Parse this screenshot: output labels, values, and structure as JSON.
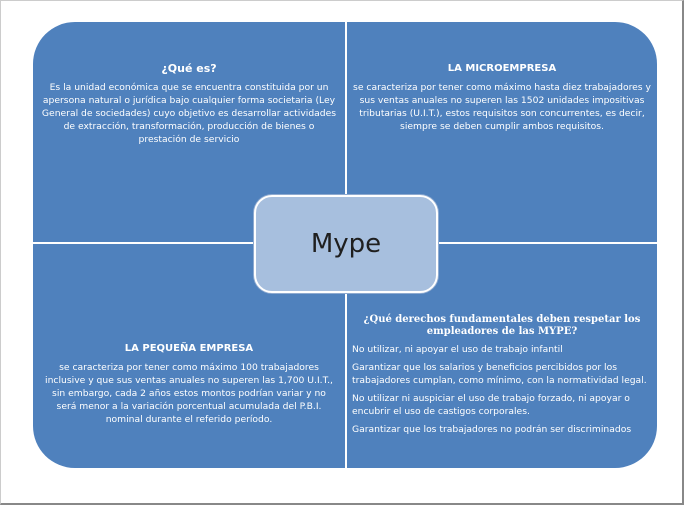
{
  "center": {
    "title": "Mype"
  },
  "que_es": {
    "title": "¿Qué es?",
    "text": "Es la unidad económica que se encuentra constituida por un apersona natural o jurídica bajo cualquier forma societaria (Ley General de sociedades) cuyo objetivo es desarrollar actividades de extracción, transformación, producción de bienes o prestación de servicio"
  },
  "microempresa": {
    "title": "LA MICROEMPRESA",
    "text": "se caracteriza por tener como máximo hasta diez trabajadores y sus ventas anuales no superen las 1502 unidades impositivas tributarias (U.I.T.), estos requisitos son concurrentes, es decir, siempre se deben cumplir ambos requisitos."
  },
  "pequena": {
    "title": "LA PEQUEÑA EMPRESA",
    "text": "se caracteriza por tener como máximo 100 trabajadores inclusive y que sus ventas anuales no superen las 1,700 U.I.T., sin embargo, cada 2 años estos montos podrían variar y no será menor a la variación porcentual acumulada del P.B.I. nominal durante el referido período."
  },
  "derechos": {
    "title": "¿Qué derechos fundamentales deben respetar los empleadores de las MYPE?",
    "items": [
      "No utilizar, ni apoyar el uso de trabajo infantil",
      "Garantizar que los salarios y beneficios percibidos por los trabajadores cumplan, como mínimo, con la normatividad legal.",
      "No utilizar ni auspiciar el uso de trabajo forzado, ni apoyar o encubrir el uso de castigos corporales.",
      "Garantizar que los trabajadores no podrán ser discriminados"
    ]
  }
}
